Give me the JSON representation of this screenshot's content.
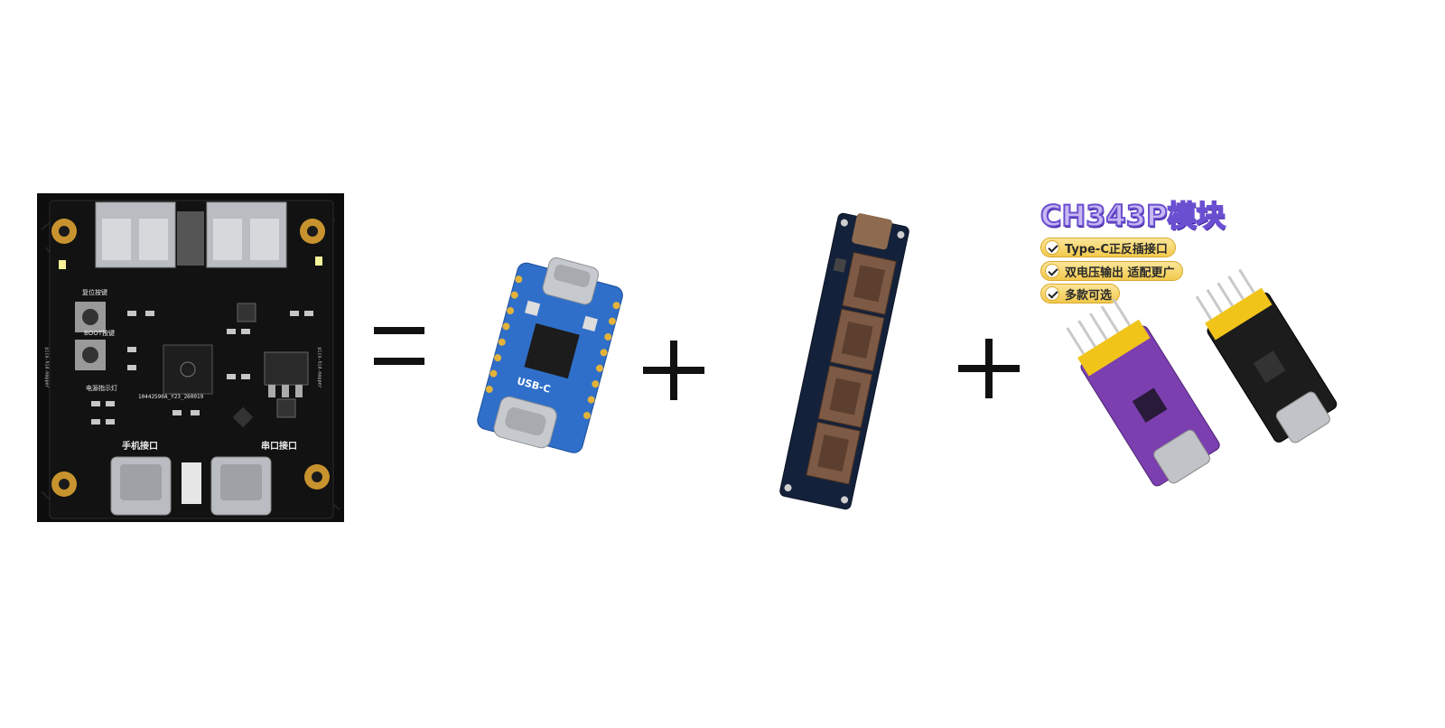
{
  "board": {
    "labels": {
      "reset": "复位按键",
      "boot": "BOOT按键",
      "power_led": "电源指示灯",
      "phone_port": "手机接口",
      "serial_port": "串口接口",
      "board_id": "10442590A_Y23_260019",
      "left_edge": "pico-hid-mapper",
      "right_edge": "pico-hid-mapper"
    }
  },
  "operators": {
    "equals": "=",
    "plus_1": "+",
    "plus_2": "+"
  },
  "pico": {
    "silk": "USB-C"
  },
  "ch343p": {
    "title": "CH343P模块",
    "features": [
      "Type-C正反插接口",
      "双电压输出 适配更广",
      "多款可选"
    ]
  },
  "colors": {
    "pcb_black": "#111111",
    "pico_blue": "#2f6fc9",
    "hub_navy": "#14213a",
    "module_purple": "#7b3fb0",
    "module_black": "#1c1c1c",
    "header_yellow": "#f0c419",
    "badge_gold": "#f2c94c"
  }
}
